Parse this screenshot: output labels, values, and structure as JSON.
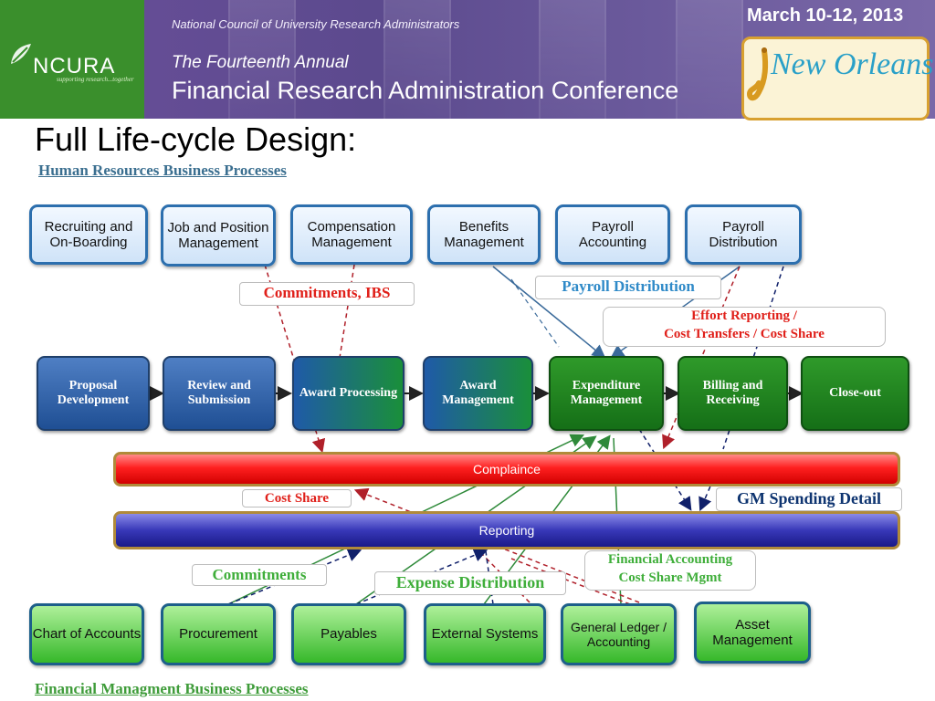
{
  "header": {
    "org_name": "National Council of University Research Administrators",
    "logo_text": "NCURA",
    "logo_tagline": "supporting research...together",
    "conference_subtitle": "The Fourteenth Annual",
    "conference_title": "Financial Research Administration Conference",
    "conference_date": "March 10-12, 2013",
    "city": "New Orleans"
  },
  "slide": {
    "title": "Full Life-cycle Design:",
    "hr_section_label": "Human Resources Business Processes",
    "fm_section_label": "Financial Managment Business Processes"
  },
  "hr_processes": [
    {
      "label": "Recruiting and On-Boarding"
    },
    {
      "label": "Job and Position Management"
    },
    {
      "label": "Compensation Management"
    },
    {
      "label": "Benefits Management"
    },
    {
      "label": "Payroll Accounting"
    },
    {
      "label": "Payroll Distribution"
    }
  ],
  "lifecycle": [
    {
      "label": "Proposal Development"
    },
    {
      "label": "Review and Submission"
    },
    {
      "label": "Award Processing"
    },
    {
      "label": "Award Management"
    },
    {
      "label": "Expenditure Management"
    },
    {
      "label": "Billing and Receiving"
    },
    {
      "label": "Close-out"
    }
  ],
  "bars": {
    "compliance": "Complaince",
    "reporting": "Reporting"
  },
  "callouts": {
    "commitments_ibs": "Commitments, IBS",
    "payroll_distribution": "Payroll Distribution",
    "effort_line1": "Effort Reporting /",
    "effort_line2": "Cost Transfers / Cost Share",
    "cost_share": "Cost Share",
    "gm_spending": "GM Spending Detail",
    "commitments": "Commitments",
    "expense_distribution": "Expense Distribution",
    "fin_acct_line1": "Financial Accounting",
    "fin_acct_line2": "Cost Share Mgmt"
  },
  "fm_processes": [
    {
      "label": "Chart of Accounts"
    },
    {
      "label": "Procurement"
    },
    {
      "label": "Payables"
    },
    {
      "label": "External Systems"
    },
    {
      "label": "General Ledger / Accounting"
    },
    {
      "label": "Asset Management"
    }
  ],
  "colors": {
    "banner": "#5c4a8e",
    "logo_green": "#3a8f2c",
    "hr_border": "#2c6fae",
    "compliance": "#ff2020",
    "reporting": "#3838b8",
    "callout_red": "#e0201a",
    "callout_blue": "#2f8ac8",
    "callout_green": "#3fae3a"
  }
}
